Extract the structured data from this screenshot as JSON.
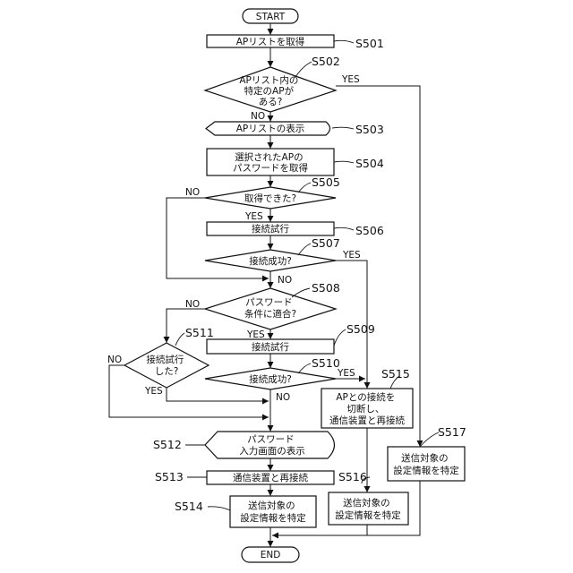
{
  "nodes": {
    "start": "START",
    "s501": "APリストを取得",
    "s502": [
      "APリスト内の",
      "特定のAPが",
      "ある?"
    ],
    "s503": "APリストの表示",
    "s504": [
      "選択されたAPの",
      "パスワードを取得"
    ],
    "s505": "取得できた?",
    "s506": "接続試行",
    "s507": "接続成功?",
    "s508": [
      "パスワード",
      "条件に適合?"
    ],
    "s509": "接続試行",
    "s510": "接続成功?",
    "s511": [
      "接続試行",
      "した?"
    ],
    "s512": [
      "パスワード",
      "入力画面の表示"
    ],
    "s513": "通信装置と再接続",
    "s514": [
      "送信対象の",
      "設定情報を特定"
    ],
    "s515": [
      "APとの接続を",
      "切断し、",
      "通信装置と再接続"
    ],
    "s516": [
      "送信対象の",
      "設定情報を特定"
    ],
    "s517": [
      "送信対象の",
      "設定情報を特定"
    ],
    "end": "END"
  },
  "step_labels": {
    "s501": "S501",
    "s502": "S502",
    "s503": "S503",
    "s504": "S504",
    "s505": "S505",
    "s506": "S506",
    "s507": "S507",
    "s508": "S508",
    "s509": "S509",
    "s510": "S510",
    "s511": "S511",
    "s512": "S512",
    "s513": "S513",
    "s514": "S514",
    "s515": "S515",
    "s516": "S516",
    "s517": "S517"
  },
  "branch_labels": {
    "s502_yes": "YES",
    "s502_no": "NO",
    "s505_yes": "YES",
    "s505_no": "NO",
    "s507_yes": "YES",
    "s507_no": "NO",
    "s508_yes": "YES",
    "s508_no": "NO",
    "s510_yes": "YES",
    "s510_no": "NO",
    "s511_yes": "YES",
    "s511_no": "NO"
  }
}
